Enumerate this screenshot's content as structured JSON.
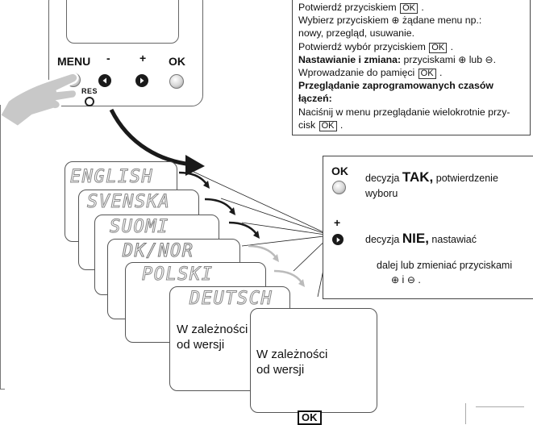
{
  "device": {
    "menu_label": "MENU",
    "minus_label": "-",
    "plus_label": "+",
    "ok_label": "OK",
    "res_label": "RES"
  },
  "instructions": {
    "line1_text": "Potwierdź przyciskiem",
    "line1_key": "OK",
    "line2a": "Wybierz przyciskiem",
    "line2b": "żądane menu np.:",
    "line3": "nowy, przegląd, usuwanie.",
    "line4_text": "Potwierdź wybór przyciskiem",
    "line4_key": "OK",
    "line5_bold": "Nastawianie i zmiana:",
    "line5_text": "przyciskami",
    "line5_or": "lub",
    "line6_text": "Wprowadzanie do pamięci",
    "line6_key": "OK",
    "line7_bold": "Przeglądanie zaprogramowanych czasów",
    "line8_bold": "łączeń:",
    "line9": "Naciśnij w menu przeglądanie wielokrotnie przy-",
    "line10_text": "cisk",
    "line10_key": "OK"
  },
  "language_cards": [
    {
      "label": "ENGLISH"
    },
    {
      "label": "SVENSKA"
    },
    {
      "label": "SUOMI"
    },
    {
      "label": "DK/NOR"
    },
    {
      "label": "POLSKI"
    },
    {
      "label": "DEUTSCH"
    }
  ],
  "version_text_1": "W zależności",
  "version_text_2": "od wersji",
  "legend": {
    "ok_head": "OK",
    "ok_prefix": "decyzja",
    "ok_big": "TAK,",
    "ok_suffix": "potwierdzenie",
    "ok_line2": "wyboru",
    "plus_head": "+",
    "plus_prefix": "decyzja",
    "plus_big": "NIE,",
    "plus_suffix": "nastawiać",
    "line3": "dalej lub zmieniać przyciskami",
    "line4_and": "i"
  },
  "bottom_ok": "OK",
  "colors": {
    "card_border": "#555555",
    "arrow_dark": "#1a1a1a",
    "arrow_light": "#bbbbbb",
    "hand_fill": "#c8c8c8"
  }
}
